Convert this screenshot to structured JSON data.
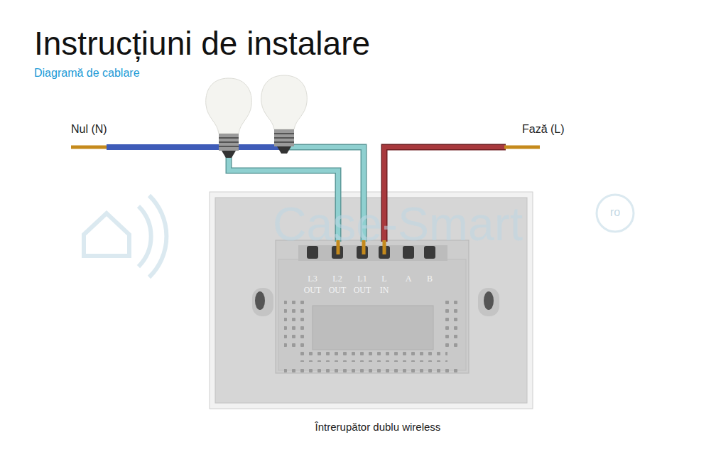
{
  "diagram": {
    "title": "Instrucțiuni de instalare",
    "caption": "Întrerupător dublu wireless",
    "labels": [
      "Diagramă de cablare",
      "Nul (N)",
      "Fază (L)",
      "L3",
      "OUT",
      "L2",
      "OUT",
      "L1",
      "OUT",
      "L",
      "IN",
      "A",
      "B",
      "Case-Smart",
      "ro"
    ]
  }
}
